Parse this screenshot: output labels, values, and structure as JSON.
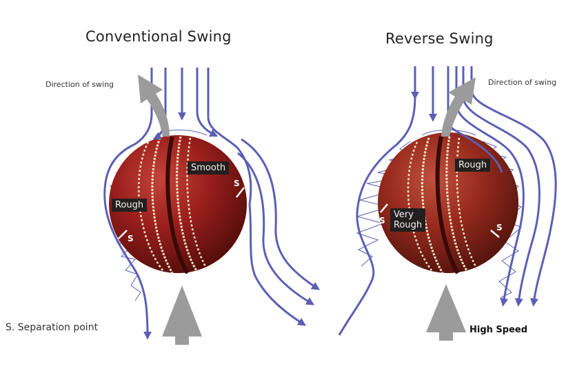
{
  "left_panel": {
    "title": "Conventional Swing",
    "direction_label": "Direction of swing",
    "labels": {
      "smooth": "Smooth",
      "rough": "Rough"
    },
    "separation_marks": [
      "S",
      "S"
    ]
  },
  "right_panel": {
    "title": "Reverse Swing",
    "direction_label": "Direction of swing",
    "labels": {
      "rough": "Rough",
      "very_rough": "Very\nRough"
    },
    "separation_marks": [
      "S",
      "S"
    ],
    "speed_label": "High Speed"
  },
  "legend": "S. Separation point",
  "colors": {
    "flow": "#5a5fb3",
    "arrow": "#9b9b9b",
    "ball": "#9a1c1a",
    "seam": "#f3e6c8",
    "tag": "#241f1f"
  }
}
